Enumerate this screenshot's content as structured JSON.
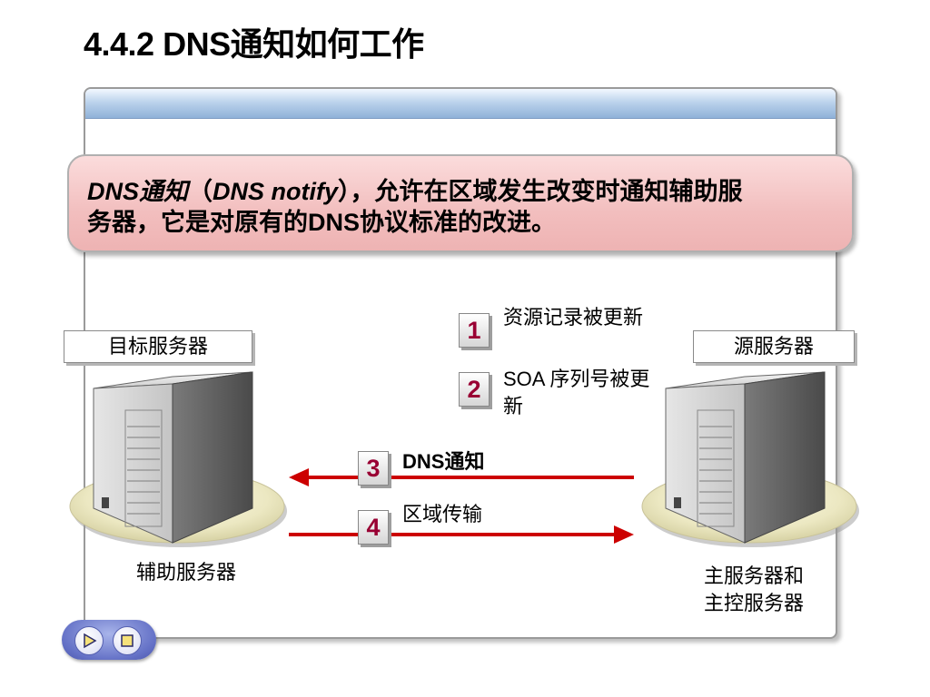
{
  "slide": {
    "title": "4.4.2  DNS通知如何工作",
    "callout": {
      "term": "DNS通知",
      "open_paren": "（",
      "term_en": "DNS notify",
      "close_paren": "），",
      "line1_rest": "允许在区域发生改变时通知辅助服",
      "line2": "务器，它是对原有的DNS协议标准的改进。"
    }
  },
  "diagram": {
    "left_server": {
      "top_label": "目标服务器",
      "bottom_label": "辅助服务器"
    },
    "right_server": {
      "top_label": "源服务器",
      "bottom_label_line1": "主服务器和",
      "bottom_label_line2": "主控服务器"
    },
    "steps": [
      {
        "number": "1",
        "text": "资源记录被更新"
      },
      {
        "number": "2",
        "text_line1": "SOA 序列号被更",
        "text_line2": "新"
      },
      {
        "number": "3",
        "text": "DNS通知",
        "direction": "to-left"
      },
      {
        "number": "4",
        "text": "区域传输",
        "direction": "to-right"
      }
    ],
    "colors": {
      "arrow": "#cc0000",
      "step_number": "#990033",
      "callout_fill": "#f2bebe",
      "header_bar": "#8fb1d8"
    }
  },
  "nav": {
    "play_icon": "play-icon",
    "stop_icon": "stop-icon"
  }
}
